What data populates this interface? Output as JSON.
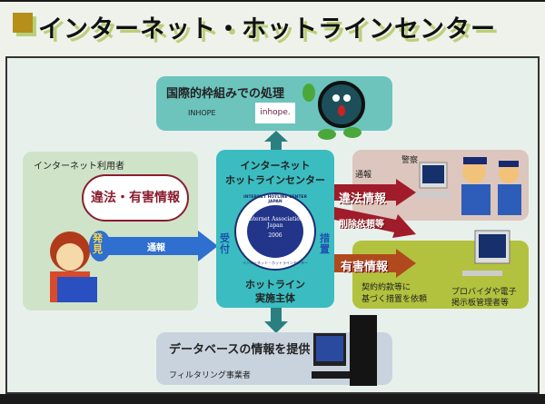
{
  "title": "インターネット・ホットラインセンター",
  "international": {
    "heading": "国際的枠組みでの処理",
    "org": "INHOPE",
    "logo_text": "inhope."
  },
  "user": {
    "label": "インターネット利用者",
    "cloud": "違法・有害情報",
    "discover": "発見",
    "report": "通報"
  },
  "center": {
    "name_line1": "インターネット",
    "name_line2": "ホットラインセンター",
    "receive": "受付",
    "action": "措置",
    "role_line1": "ホットライン",
    "role_line2": "実施主体",
    "seal_ring": "INTERNET HOTLINE CENTER JAPAN",
    "seal_inner": "Internet Association Japan",
    "seal_year": "2006",
    "seal_bottom": "インターネット・ホットラインセンター"
  },
  "police": {
    "label": "警察",
    "report": "通報",
    "illegal": "違法情報",
    "deletion": "削除依頼等"
  },
  "provider": {
    "harmful": "有害情報",
    "request_line1": "契約約款等に",
    "request_line2": "基づく措置を依頼",
    "target_line1": "プロバイダや電子",
    "target_line2": "掲示板管理者等"
  },
  "database": {
    "heading": "データベースの情報を提供",
    "provider": "フィルタリング事業者"
  }
}
